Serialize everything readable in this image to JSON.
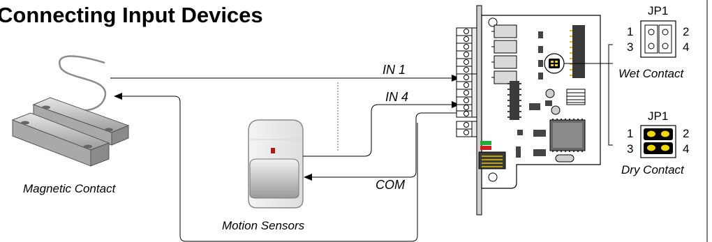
{
  "title": "Connecting Input Devices",
  "labels": {
    "in1": "IN 1",
    "in4": "IN 4",
    "com": "COM",
    "magnetic_contact": "Magnetic Contact",
    "motion_sensors": "Motion Sensors"
  },
  "jumper_wet": {
    "name": "JP1",
    "pin1": "1",
    "pin2": "2",
    "pin3": "3",
    "pin4": "4",
    "caption": "Wet Contact"
  },
  "jumper_dry": {
    "name": "JP1",
    "pin1": "1",
    "pin2": "2",
    "pin3": "3",
    "pin4": "4",
    "caption": "Dry Contact"
  },
  "colors": {
    "board": "#ffffff",
    "jumper_cap": "#000000",
    "jumper_pin": "#f2d600",
    "led_green": "#1fae3a",
    "led_red": "#d91a1a",
    "device_gray": "#c8c8c8"
  }
}
